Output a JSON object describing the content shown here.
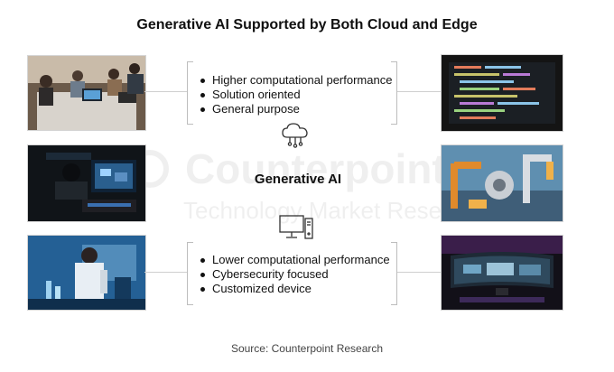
{
  "title": "Generative AI Supported by Both Cloud and Edge",
  "center_label": "Generative AI",
  "cloud_features": [
    "Higher computational performance",
    "Solution oriented",
    "General purpose"
  ],
  "edge_features": [
    "Lower computational performance",
    "Cybersecurity focused",
    "Customized device"
  ],
  "watermark": {
    "main": "Counterpoint",
    "sub": "Technology Market Research"
  },
  "source": "Source: Counterpoint Research",
  "icons": {
    "top": "cloud-network-icon",
    "bottom": "desktop-computer-icon"
  },
  "colors": {
    "text": "#111111",
    "lines": "#cfcfcf",
    "photo_border": "#d4d4d4"
  }
}
